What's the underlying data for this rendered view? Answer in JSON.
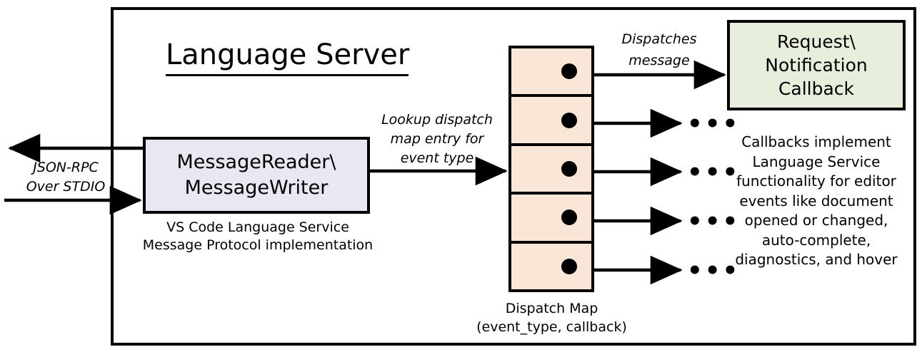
{
  "diagram": {
    "title": "Language Server",
    "frame_color": "#000000",
    "background": "#ffffff"
  },
  "io": {
    "label": "JSON-RPC\nOver STDIO",
    "outbound_arrow": "arrow-left",
    "inbound_arrow": "arrow-right"
  },
  "message_layer": {
    "box_label": "MessageReader\\\nMessageWriter",
    "box_fill": "#EAE7F2",
    "caption": "VS Code Language Service\nMessage Protocol implementation"
  },
  "lookup": {
    "label": "Lookup dispatch\nmap entry for\nevent type",
    "arrow": "arrow-right"
  },
  "dispatch_map": {
    "caption": "Dispatch Map\n(event_type, callback)",
    "cell_fill": "#FAE6D7",
    "dot_color": "#000000",
    "rows": [
      {
        "dot": "callback-dot",
        "out_arrow": "arrow-right",
        "trailing": ""
      },
      {
        "dot": "callback-dot",
        "out_arrow": "arrow-right",
        "trailing": "•••"
      },
      {
        "dot": "callback-dot",
        "out_arrow": "arrow-right",
        "trailing": "•••"
      },
      {
        "dot": "callback-dot",
        "out_arrow": "arrow-right",
        "trailing": "•••"
      },
      {
        "dot": "callback-dot",
        "out_arrow": "arrow-right",
        "trailing": "•••"
      }
    ]
  },
  "dispatch": {
    "label": "Dispatches\nmessage"
  },
  "callback": {
    "box_label": "Request\\\nNotification\nCallback",
    "box_fill": "#E8EEDC",
    "caption": "Callbacks implement\nLanguage Service\nfunctionality for editor\nevents like document\nopened or changed,\nauto-complete,\ndiagnostics, and hover"
  }
}
